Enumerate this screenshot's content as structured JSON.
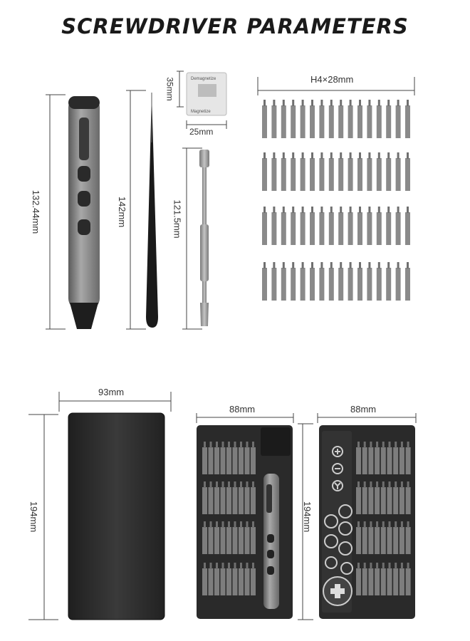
{
  "title": "SCREWDRIVER PARAMETERS",
  "dimensions": {
    "screwdriver_length": "132.44mm",
    "tweezers_length": "142mm",
    "pry_tool_length": "121.5mm",
    "magnetizer_height": "35mm",
    "magnetizer_width": "25mm",
    "bit_size": "H4×28mm",
    "case_width": "93mm",
    "case_height": "194mm",
    "tray_width_left": "88mm",
    "tray_width_right": "88mm",
    "tray_height": "194mm"
  },
  "magnetizer": {
    "demagnetize_label": "Demagnetize",
    "magnetize_label": "Magnetize"
  },
  "colors": {
    "bit_grey": "#8a8a8a",
    "case_dark": "#2c2c2c",
    "tray_dark": "#2a2a2a"
  },
  "icons": [
    "plus-icon",
    "minus-icon",
    "y-tip-icon",
    "torx-icon",
    "triangle-icon",
    "hex-icon"
  ]
}
